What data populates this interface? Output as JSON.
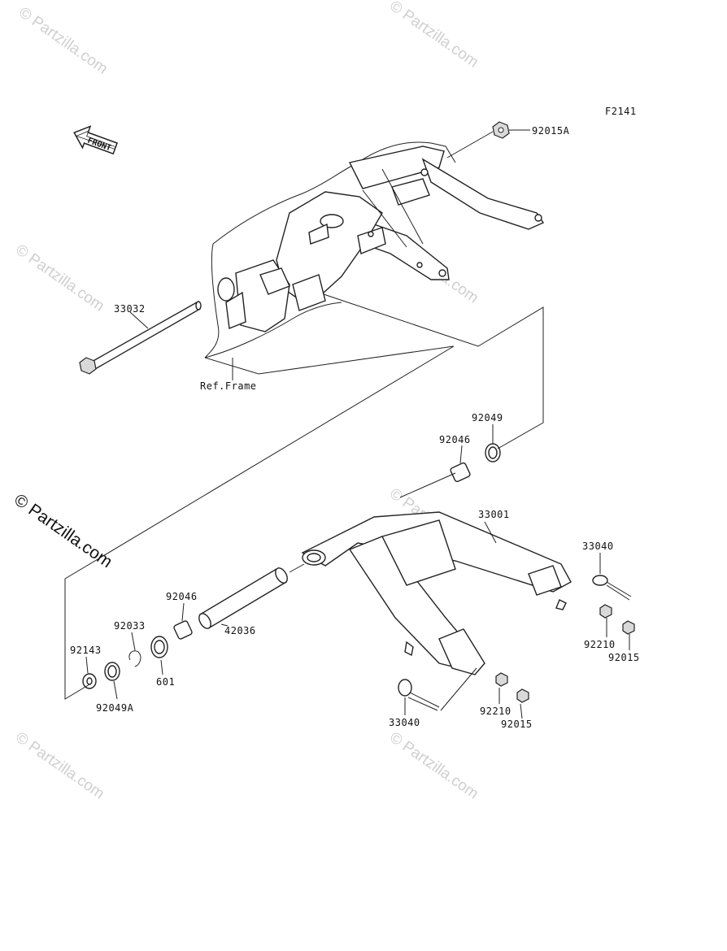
{
  "figure_code": "F2141",
  "front_label": "FRONT",
  "frame_ref": "Ref.Frame",
  "watermarks": {
    "small": "© Partzilla.com",
    "large": "© Partzilla.com"
  },
  "part_numbers": {
    "nut_top": "92015A",
    "shaft": "33032",
    "swingarm": "33001",
    "adjuster_right": "33040",
    "adjuster_left": "33040",
    "seal_upper": "92049",
    "bearing_upper": "92046",
    "bearing_lower": "92046",
    "sleeve": "42036",
    "circlip": "92033",
    "ball_bearing": "601",
    "collar": "92143",
    "seal_lower": "92049A",
    "nut_right_a": "92210",
    "nut_right_b": "92015",
    "nut_left_a": "92210",
    "nut_left_b": "92015"
  },
  "colors": {
    "line": "#222222",
    "watermark": "#cfcfcf"
  }
}
